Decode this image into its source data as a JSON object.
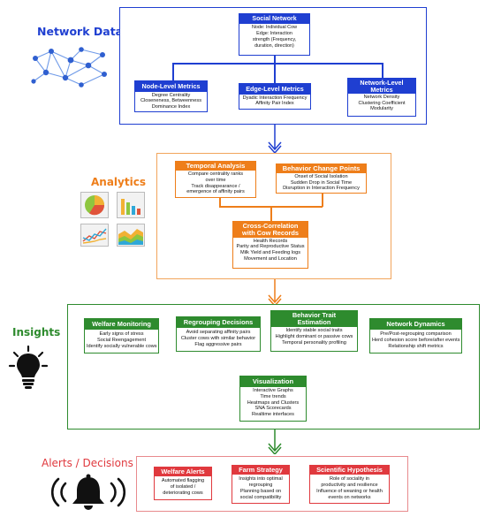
{
  "colors": {
    "network": "#1f3fd1",
    "analytics": "#ee7e1a",
    "insights": "#2e8b2e",
    "alerts": "#e0393e",
    "section_title_blue": "#1f3fd1",
    "section_title_green": "#2e8b2e",
    "section_title_orange": "#ee7e1a",
    "section_title_red": "#e0393e"
  },
  "sections": {
    "network_data": "Network Data",
    "analytics": "Analytics",
    "insights": "Insights",
    "alerts": "Alerts / Decisions"
  },
  "network": {
    "social_network": {
      "title": "Social Network",
      "lines": [
        "Node: Individual Cow",
        "Edge: Interaction",
        "strength (Frequency,",
        "duration, direction)"
      ]
    },
    "node_level": {
      "title": "Node-Level Metrics",
      "lines": [
        "Degree Centrality",
        "Closeneness, Betweenness",
        "Dominance Index"
      ]
    },
    "edge_level": {
      "title": "Edge-Level Metrics",
      "lines": [
        "Dyadic Interaction Frequency",
        "Affinity Pair Index"
      ]
    },
    "network_level": {
      "title_line1": "Network-Level",
      "title_line2": "Metrics",
      "lines": [
        "Network Density",
        "Clustering Coefficient",
        "Modularity"
      ]
    }
  },
  "analytics": {
    "temporal": {
      "title": "Temporal Analysis",
      "lines": [
        "Compare centrality ranks",
        "over time",
        "Track disappearance /",
        "emergence of affinity pairs"
      ]
    },
    "behavior_change": {
      "title": "Behavior Change Points",
      "lines": [
        "Onset of Social Isolation",
        "Sudden Drop in Social Time",
        "Disruption in Interaction Frequency"
      ]
    },
    "cross_correlation": {
      "title_line1": "Cross-Correlation",
      "title_line2": "with Cow Records",
      "lines": [
        "Health Records",
        "Parity and Reproductive Status",
        "Milk Yield and Feeding logs",
        "Movement and Location"
      ]
    }
  },
  "insights": {
    "welfare": {
      "title": "Welfare Monitoring",
      "lines": [
        "Early signs of stress",
        "Social Reengagement",
        "Identify socially vulnerable cows"
      ]
    },
    "regrouping": {
      "title": "Regrouping Decisions",
      "lines": [
        "Avoid separating affinity pairs",
        "Cluster cows with similar behavior",
        "Flag aggressive pairs"
      ]
    },
    "behavior_trait": {
      "title_line1": "Behavior Trait",
      "title_line2": "Estimation",
      "lines": [
        "Identify stable social traits",
        "Highlight dominant or passive cows",
        "Temporal personality profiling"
      ]
    },
    "network_dynamics": {
      "title": "Network Dynamics",
      "lines": [
        "Pre/Post-regrouping comparison",
        "Herd cohesion score before/after events",
        "Relationship shift metrics"
      ]
    },
    "visualization": {
      "title": "Visualization",
      "lines": [
        "Interactive Graphs",
        "Time trends",
        "Heatmaps and Clusters",
        "SNA Scorecards",
        "Realtime interfaces"
      ]
    }
  },
  "alerts": {
    "welfare_alerts": {
      "title": "Welfare Alerts",
      "lines": [
        "Automated flagging",
        "of isolated /",
        "deteriorating cows"
      ]
    },
    "farm_strategy": {
      "title": "Farm Strategy",
      "lines": [
        "Insights into optimal",
        "regrouping",
        "Planning based on",
        "social compatibility"
      ]
    },
    "scientific_hypothesis": {
      "title": "Scientific Hypothesis",
      "lines": [
        "Role of sociality in",
        "productivity and resilience",
        "Influence of weaning or health",
        "events on networks"
      ]
    }
  },
  "icons": {
    "network_graph": "network-graph-icon",
    "pie_chart": "pie-chart-icon",
    "bar_chart": "bar-chart-icon",
    "line_chart": "line-chart-icon",
    "area_chart": "area-chart-icon",
    "light_bulb": "light-bulb-icon",
    "alarm_bell": "alarm-bell-icon",
    "down_arrow": "down-arrow-icon"
  }
}
